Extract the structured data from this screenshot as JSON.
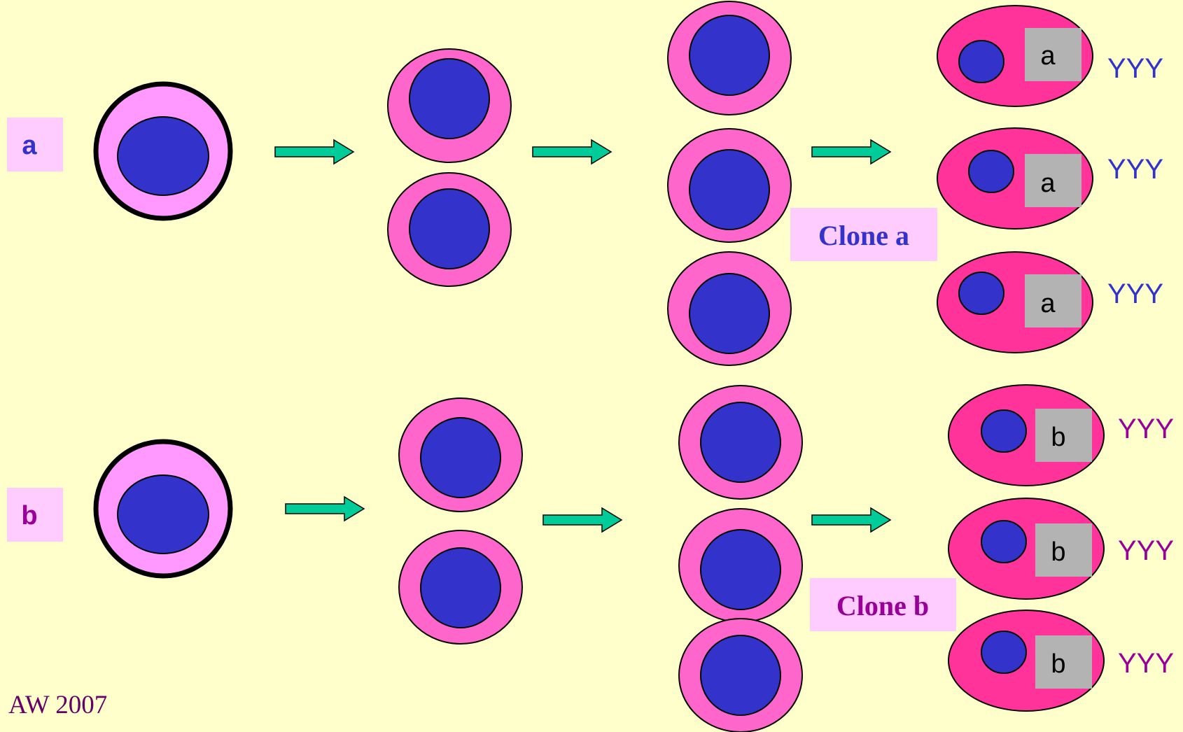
{
  "rows": [
    {
      "label": "a",
      "label_color": "#3333cc",
      "clone_label": "Clone a",
      "clone_color": "#3333cc",
      "product_label": "a",
      "secreted_label": "YYY",
      "secreted_color": "#3333cc"
    },
    {
      "label": "b",
      "label_color": "#990099",
      "clone_label": "Clone b",
      "clone_color": "#990099",
      "product_label": "b",
      "secreted_label": "YYY",
      "secreted_color": "#990099"
    }
  ],
  "footer": {
    "credit": "AW 2007",
    "credit_color": "#660066"
  },
  "colors": {
    "background": "#ffffcc",
    "label_box": "#ffccff",
    "progenitor_cytoplasm": "#ff99ff",
    "dividing_cytoplasm": "#ff66cc",
    "plasma_cytoplasm": "#ff3399",
    "nucleus": "#3333cc",
    "arrow": "#00cc99",
    "product_box": "#b3b3b3"
  },
  "icons": {
    "progenitor_cell": "cell-icon",
    "dividing_cell": "cell-icon",
    "plasma_cell": "plasma-cell-icon",
    "arrow": "arrow-right-icon"
  }
}
